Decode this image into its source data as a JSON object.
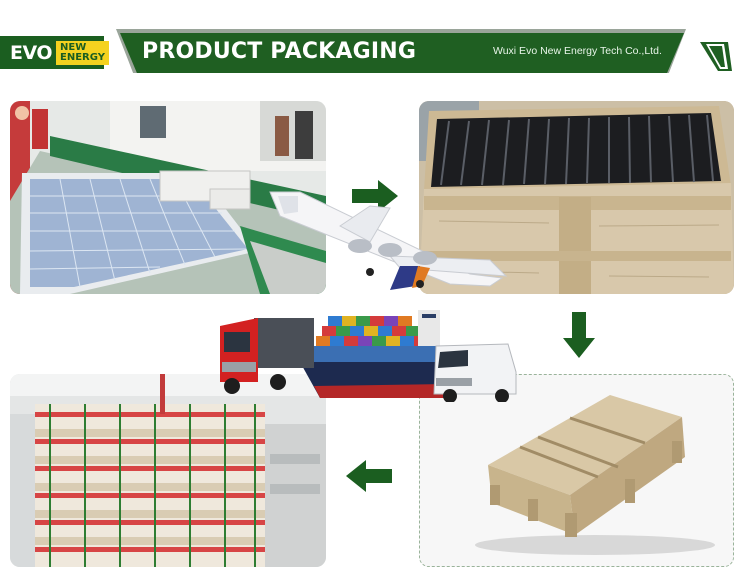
{
  "header": {
    "logo_main": "EVO",
    "logo_sub_1": "NEW",
    "logo_sub_2": "ENERGY",
    "title": "PRODUCT PACKAGING",
    "company": "Wuxi Evo New Energy Tech Co.,Ltd."
  },
  "colors": {
    "brand_green": "#1f5f22",
    "logo_yellow": "#f4d21f",
    "arrow_green": "#1b5e20"
  },
  "icons": {
    "arrow_1": "arrow-right-icon",
    "arrow_2": "arrow-down-icon",
    "arrow_3": "arrow-left-icon"
  }
}
